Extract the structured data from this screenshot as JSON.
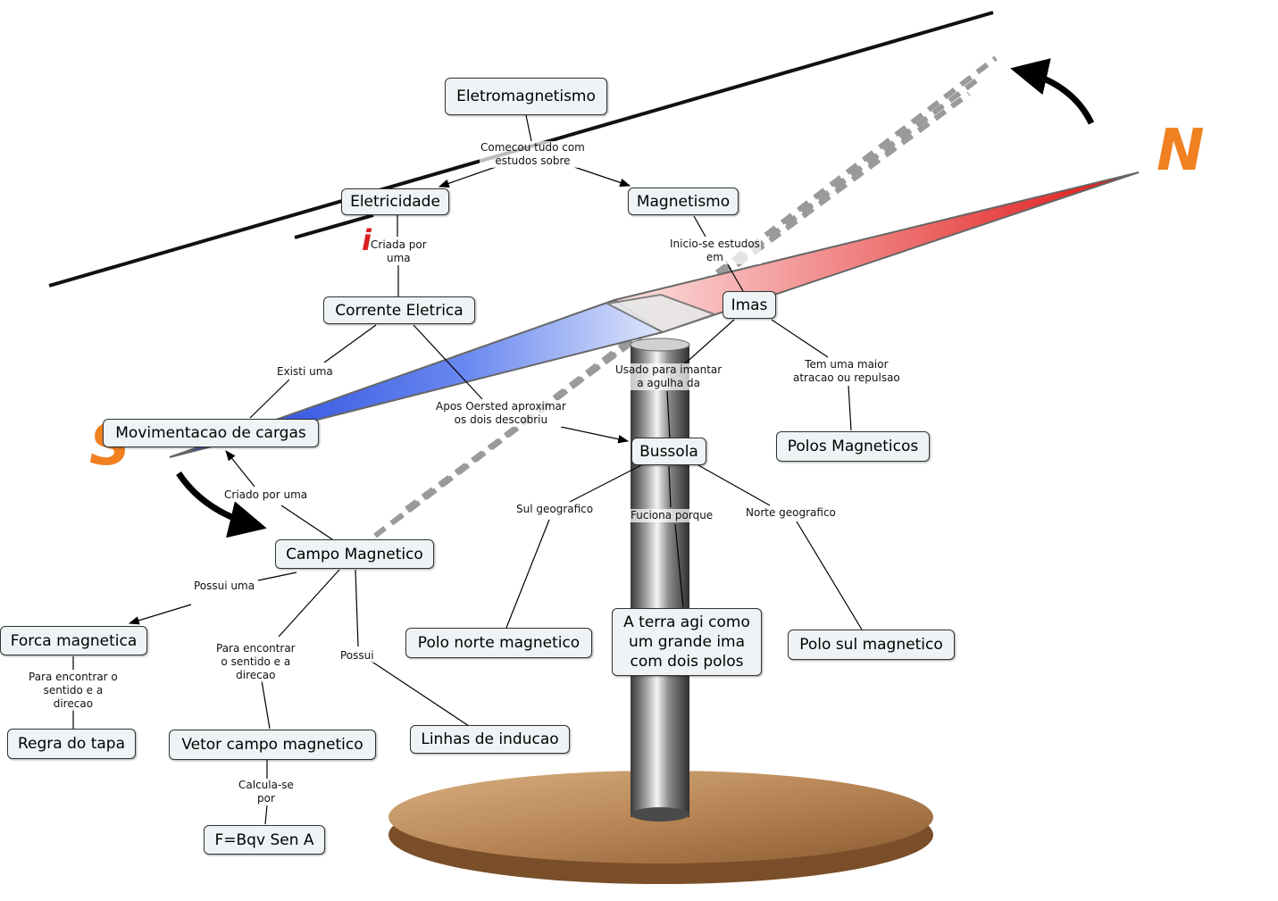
{
  "colors": {
    "node_fill": "#eef4f6",
    "node_border": "#333333",
    "needle_north": "#e02020",
    "needle_south": "#2040d0",
    "pole_letter": "#f08020",
    "base_wood": "#b07a48"
  },
  "decor": {
    "letter_n": "N",
    "letter_s": "S",
    "letter_i": "i"
  },
  "nodes": {
    "eletromagnetismo": "Eletromagnetismo",
    "eletricidade": "Eletricidade",
    "magnetismo": "Magnetismo",
    "corrente_eletrica": "Corrente Eletrica",
    "imas": "Imas",
    "movimentacao_de_cargas": "Movimentacao de cargas",
    "bussola": "Bussola",
    "polos_magneticos": "Polos Magneticos",
    "campo_magnetico": "Campo Magnetico",
    "forca_magnetica": "Forca magnetica",
    "polo_norte_magnetico": "Polo norte magnetico",
    "terra_line1": "A terra agi como",
    "terra_line2": "um grande ima",
    "terra_line3": "com dois polos",
    "polo_sul_magnetico": "Polo sul magnetico",
    "regra_do_tapa": "Regra do tapa",
    "vetor_campo_magnetico": "Vetor campo magnetico",
    "linhas_de_inducao": "Linhas de inducao",
    "formula": "F=Bqv Sen A"
  },
  "links": {
    "comecou_1": "Comecou tudo com",
    "comecou_2": "estudos sobre",
    "criada_1": "Criada por",
    "criada_2": "uma",
    "inicio_1": "Inicio-se estudos",
    "inicio_2": "em",
    "existi": "Existi uma",
    "usado_1": "Usado para imantar",
    "usado_2": "a agulha da",
    "tem_1": "Tem uma maior",
    "tem_2": "atracao ou repulsao",
    "apos_1": "Apos Oersted aproximar",
    "apos_2": "os dois descobriu",
    "criado_por_uma": "Criado por uma",
    "sul_geografico": "Sul geografico",
    "fuciona_porque": "Fuciona porque",
    "norte_geografico": "Norte geografico",
    "possui_uma": "Possui uma",
    "para_enc_a_1": "Para encontrar",
    "para_enc_a_2": "o sentido e a",
    "para_enc_a_3": "direcao",
    "possui": "Possui",
    "para_enc_b_1": "Para encontrar o",
    "para_enc_b_2": "sentido e a",
    "para_enc_b_3": "direcao",
    "calcula_1": "Calcula-se",
    "calcula_2": "por"
  }
}
